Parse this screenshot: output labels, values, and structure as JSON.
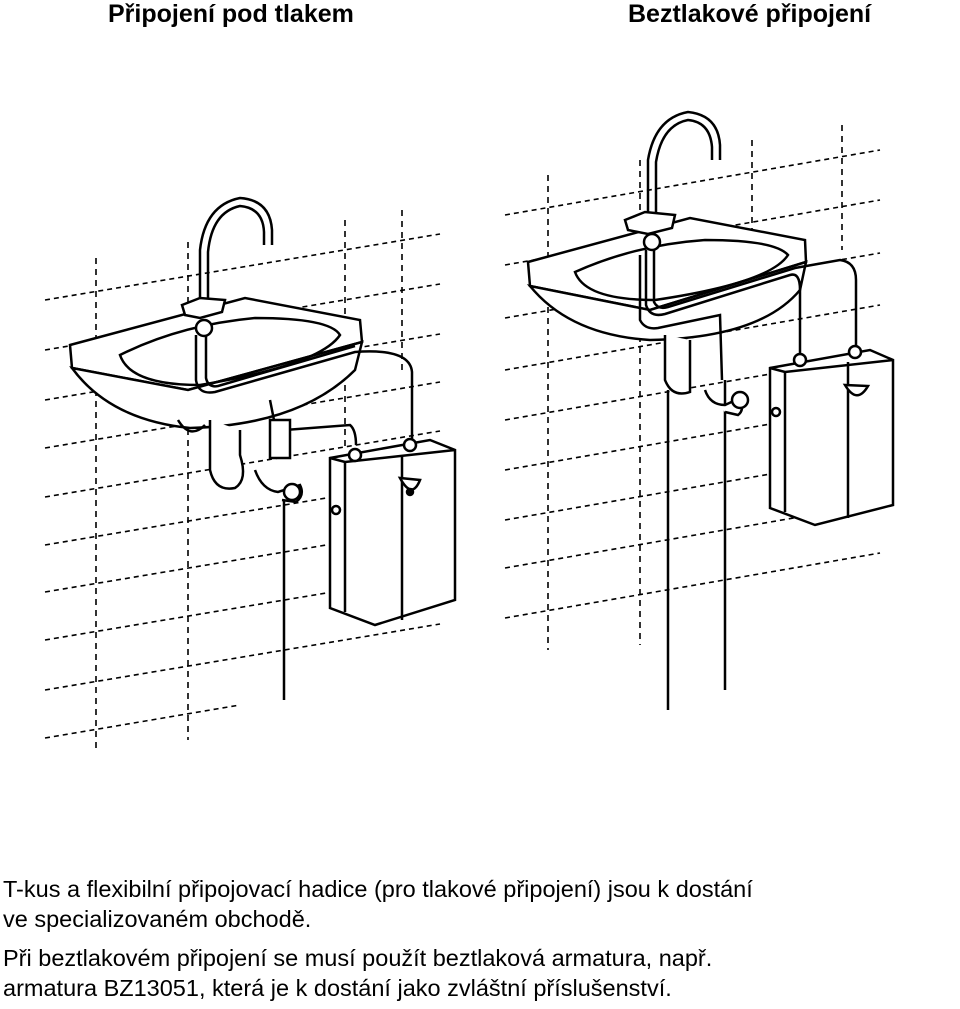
{
  "headings": {
    "left": "Připojení pod tlakem",
    "right": "Beztlakové připojení"
  },
  "figures": {
    "left": {
      "kind": "pressurised-connection-diagram"
    },
    "right": {
      "kind": "non-pressurised-connection-diagram"
    }
  },
  "caption": {
    "line1": "T-kus a flexibilní připojovací hadice (pro tlakové připojení) jsou k dostání",
    "line2": "ve specializovaném obchodě.",
    "line3": "Při beztlakovém připojení se musí použít beztlaková armatura, např.",
    "line4": "armatura BZ13051, která je k dostání jako zvláštní příslušenství."
  }
}
